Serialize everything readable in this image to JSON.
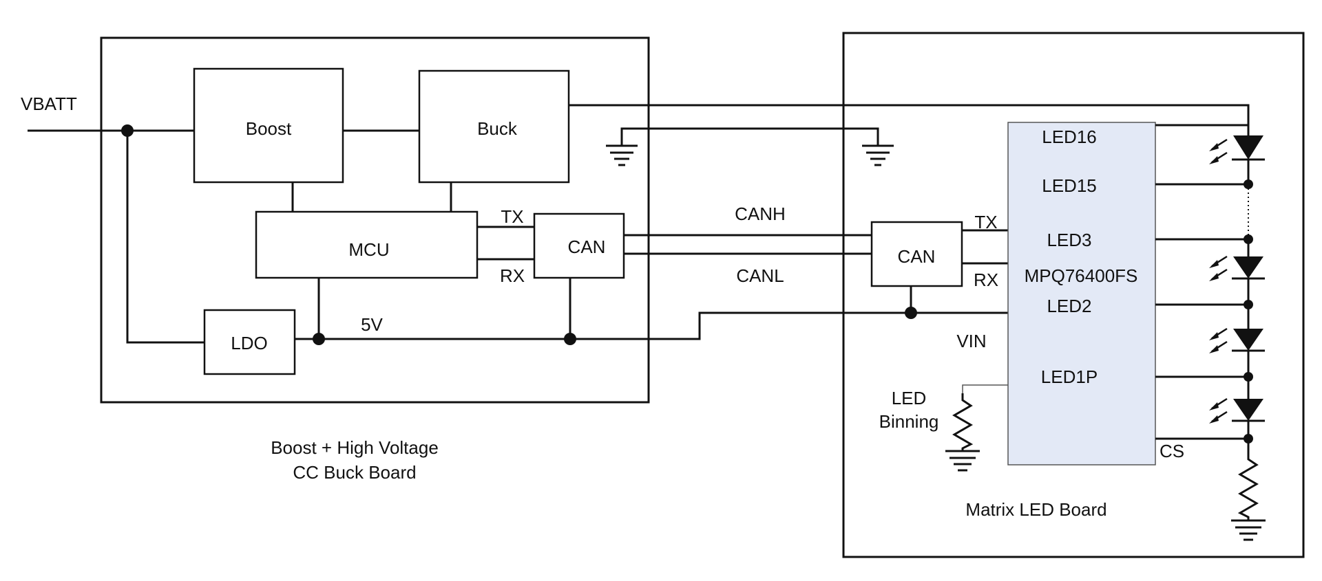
{
  "colors": {
    "ic_fill": "#e3e9f6",
    "line": "#111111",
    "background": "#ffffff"
  },
  "labels": {
    "vbatt": "VBATT",
    "boost": "Boost",
    "buck": "Buck",
    "mcu": "MCU",
    "can_left": "CAN",
    "ldo": "LDO",
    "tx_left": "TX",
    "rx_left": "RX",
    "v5": "5V",
    "canh": "CANH",
    "canl": "CANL",
    "can_right": "CAN",
    "tx_right": "TX",
    "rx_right": "RX",
    "ic": "MPQ76400FS",
    "vin": "VIN",
    "led16": "LED16",
    "led15": "LED15",
    "led3": "LED3",
    "led2": "LED2",
    "led1p": "LED1P",
    "cs": "CS",
    "binning_1": "LED",
    "binning_2": "Binning",
    "left_board_1": "Boost + High Voltage",
    "left_board_2": "CC Buck Board",
    "right_board": "Matrix LED Board"
  }
}
